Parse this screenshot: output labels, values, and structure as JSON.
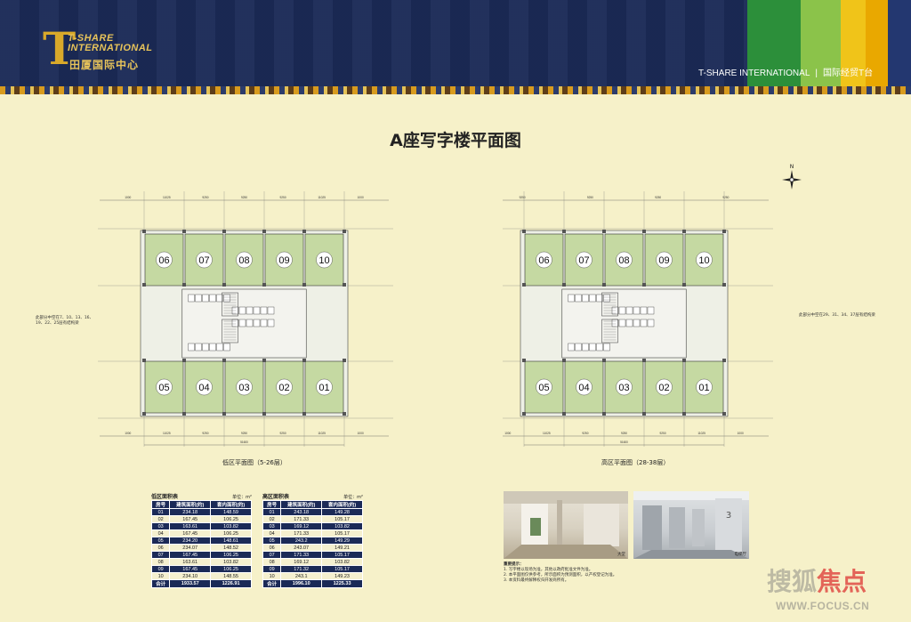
{
  "header": {
    "logo_en": "T-SHARE INTERNATIONAL",
    "logo_cn": "田厦国际中心",
    "right_en": "T-SHARE INTERNATIONAL",
    "right_sep": "|",
    "right_cn": "国际经贸T台"
  },
  "title": "A座写字楼平面图",
  "compass_label": "N",
  "plans": [
    {
      "caption": "低区平面图（5-26层）",
      "note": "此部分中空在7、10、13、16、19、22、25层有结构梁",
      "top_units": [
        "06",
        "07",
        "08",
        "09",
        "10"
      ],
      "bottom_units": [
        "05",
        "04",
        "03",
        "02",
        "01"
      ],
      "top_dims": [
        "1000",
        "11025",
        "9250",
        "9250",
        "9250",
        "11025",
        "1000"
      ],
      "bottom_dims": [
        "1000",
        "11025",
        "9250",
        "9250",
        "9250",
        "11025",
        "1000"
      ],
      "total_dim": "51600"
    },
    {
      "caption": "高区平面图（28-38层）",
      "note": "此部分中空在29、31、34、37层有结构梁",
      "top_units": [
        "06",
        "07",
        "08",
        "09",
        "10"
      ],
      "bottom_units": [
        "05",
        "04",
        "03",
        "02",
        "01"
      ],
      "top_dims": [
        "9250",
        "9250",
        "9250",
        "9250"
      ],
      "bottom_dims": [
        "1000",
        "11025",
        "9250",
        "9250",
        "9250",
        "11025",
        "1000"
      ],
      "total_dim": "51600"
    }
  ],
  "tables": {
    "unit_label": "单位：m²",
    "headers": [
      "房号",
      "建筑面积(约)",
      "套内面积(约)"
    ],
    "low": {
      "title": "低区面积表",
      "rows": [
        [
          "01",
          "234.18",
          "148.59"
        ],
        [
          "02",
          "167.45",
          "106.25"
        ],
        [
          "03",
          "163.61",
          "103.82"
        ],
        [
          "04",
          "167.45",
          "106.25"
        ],
        [
          "05",
          "234.20",
          "148.61"
        ],
        [
          "06",
          "234.07",
          "148.52"
        ],
        [
          "07",
          "167.45",
          "106.25"
        ],
        [
          "08",
          "163.61",
          "103.82"
        ],
        [
          "09",
          "167.45",
          "106.25"
        ],
        [
          "10",
          "234.10",
          "148.55"
        ]
      ],
      "total": [
        "合计",
        "1933.57",
        "1226.91"
      ]
    },
    "high": {
      "title": "高区面积表",
      "rows": [
        [
          "01",
          "243.18",
          "149.28"
        ],
        [
          "02",
          "171.33",
          "105.17"
        ],
        [
          "03",
          "169.12",
          "103.82"
        ],
        [
          "04",
          "171.33",
          "105.17"
        ],
        [
          "05",
          "243.2",
          "149.29"
        ],
        [
          "06",
          "243.07",
          "149.21"
        ],
        [
          "07",
          "171.33",
          "105.17"
        ],
        [
          "08",
          "169.12",
          "103.82"
        ],
        [
          "09",
          "171.32",
          "105.17"
        ],
        [
          "10",
          "243.1",
          "149.23"
        ]
      ],
      "total": [
        "合计",
        "1996.10",
        "1225.33"
      ]
    }
  },
  "photos": [
    {
      "label": "大堂"
    },
    {
      "label": "电梯厅"
    }
  ],
  "notes": {
    "heading": "重要提示：",
    "lines": [
      "1. 写字楼以现场为准，其他以政府批准文件为准。",
      "2. 本平面图仅供参考，所示面积为预测面积，以产权登记为准。",
      "3. 本资料最终解释权归开发商所有。"
    ]
  },
  "watermark": {
    "main_prefix": "搜狐",
    "main_red": "焦点",
    "url": "WWW.FOCUS.CN"
  },
  "colors": {
    "navy": "#1b2a57",
    "background": "#f6f1c9",
    "unit_green": "#c5d9a2",
    "gold": "#d9a92a"
  }
}
